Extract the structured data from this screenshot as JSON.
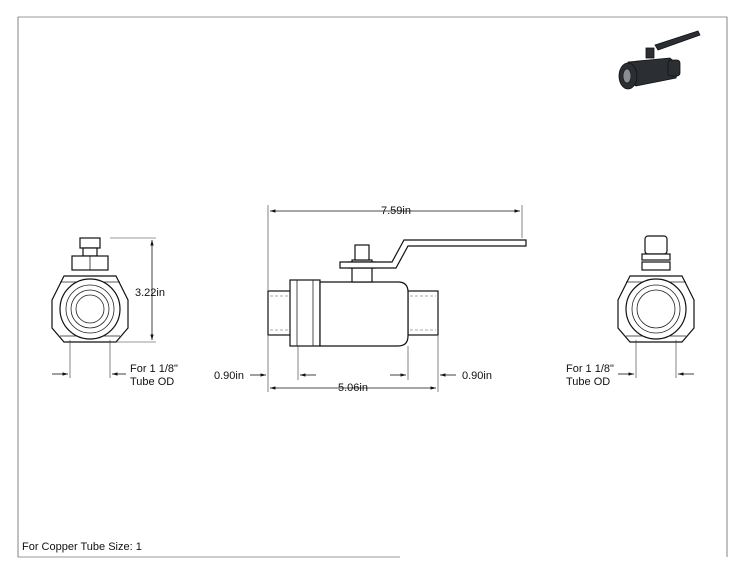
{
  "dimensions": {
    "overall_length": "7.59in",
    "height": "3.22in",
    "body_length": "5.06in",
    "left_tube_length": "0.90in",
    "right_tube_length": "0.90in"
  },
  "notes": {
    "left_tube": [
      "For 1 1/8\"",
      "Tube OD"
    ],
    "right_tube": [
      "For 1 1/8\"",
      "Tube OD"
    ],
    "footer": "For Copper Tube Size: 1"
  },
  "colors": {
    "line": "#111111",
    "iso_body": "#2b2f33",
    "background": "#ffffff"
  }
}
